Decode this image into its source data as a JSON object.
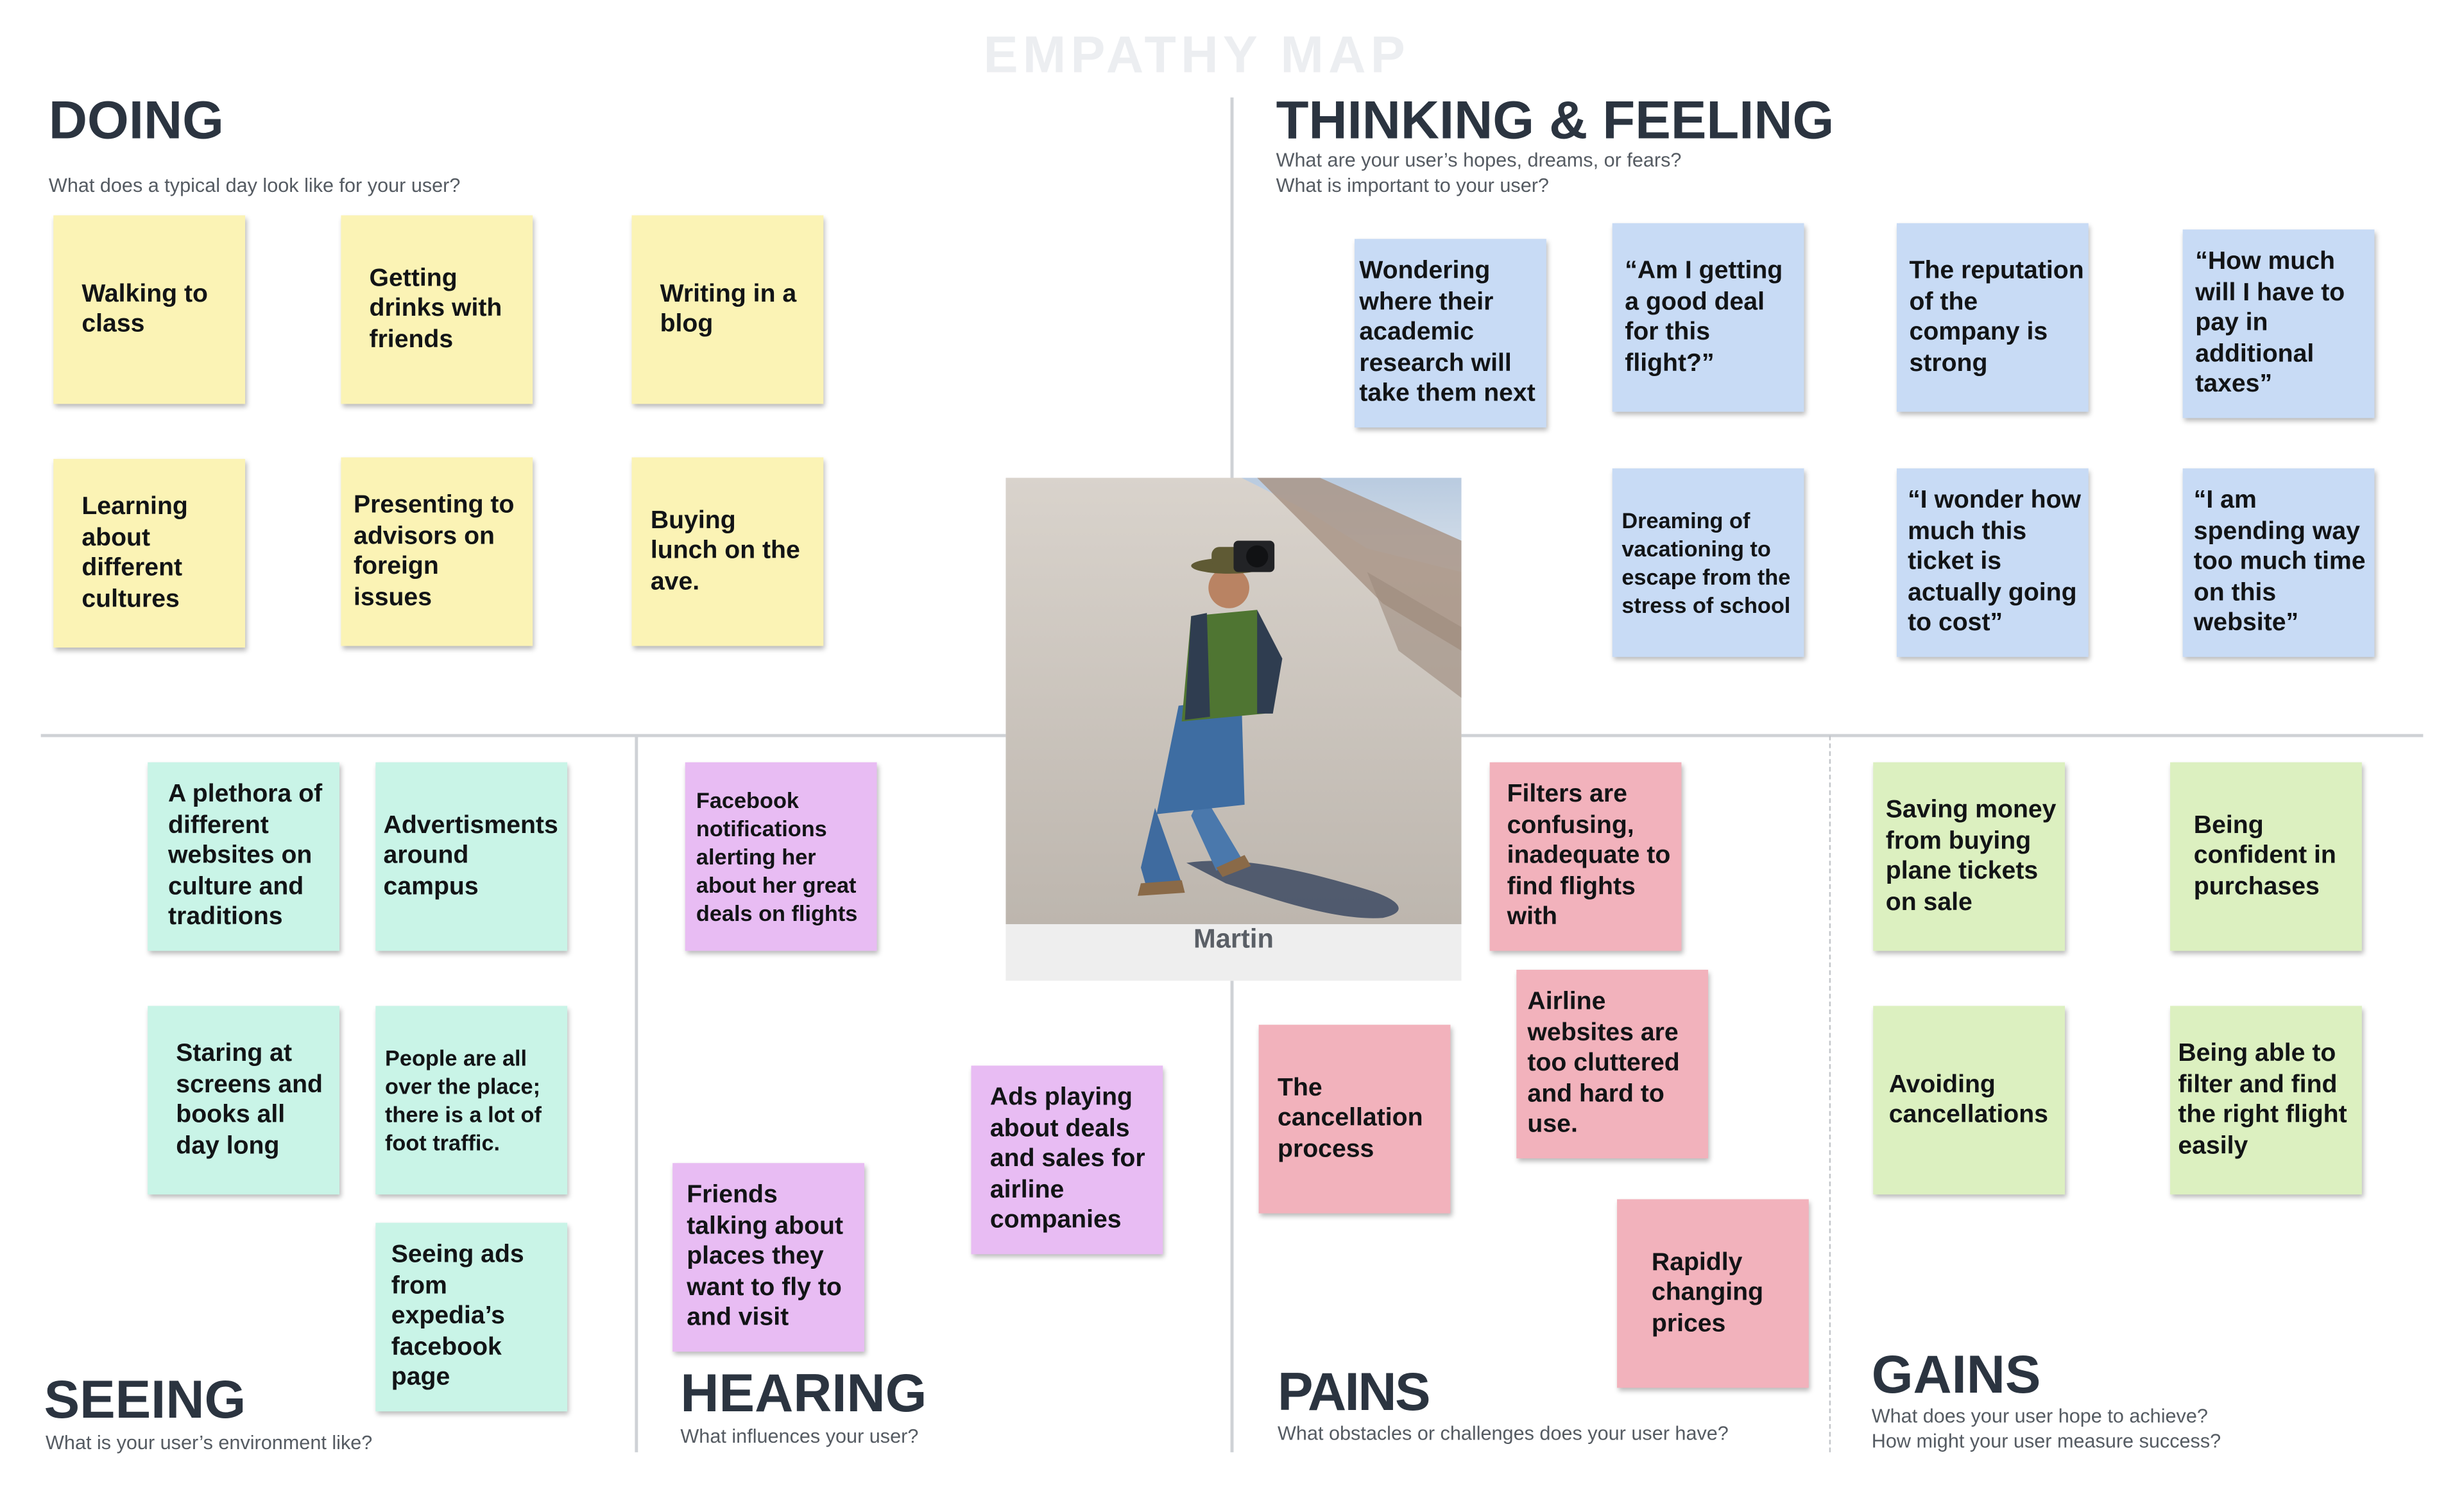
{
  "title": "EMPATHY MAP",
  "persona": {
    "name": "Martin"
  },
  "quadrants": {
    "doing": {
      "heading": "DOING",
      "question": "What does a typical day look like for your user?"
    },
    "thinking": {
      "heading": "THINKING & FEELING",
      "question_1": "What are your user’s hopes, dreams, or fears?",
      "question_2": "What is important to your user?"
    },
    "seeing": {
      "heading": "SEEING",
      "question": "What is your user’s environment like?"
    },
    "hearing": {
      "heading": "HEARING",
      "question": "What influences your user?"
    },
    "pains": {
      "heading": "PAINS",
      "question": "What obstacles or challenges does your user have?"
    },
    "gains": {
      "heading": "GAINS",
      "question_1": "What does your user hope to achieve?",
      "question_2": "How might your user measure success?"
    }
  },
  "notes": {
    "doing": [
      "Walking to class",
      "Getting drinks with friends",
      "Writing in a blog",
      "Learning about different cultures",
      "Presenting to advisors on foreign issues",
      "Buying lunch on the ave."
    ],
    "thinking": [
      "Wondering where their academic research will take them next",
      "“Am I getting a good deal for this flight?”",
      "The reputation of the company is strong",
      "“How much will I have to pay in additional taxes”",
      "Dreaming of vacationing  to escape from the stress of school",
      "“I wonder how much this ticket is actually going to cost”",
      "“I am spending way too much time on this website”"
    ],
    "seeing": [
      "A plethora of different websites on culture and traditions",
      "Advertisments around campus",
      "Staring at screens and books all day long",
      "People are all over the place; there is a lot of foot traffic.",
      "Seeing ads from expedia’s facebook page"
    ],
    "hearing": [
      "Facebook notifications alerting her about her great deals on flights",
      "Ads playing about deals and sales for airline companies",
      "Friends talking about places they want to fly to and visit"
    ],
    "pains": [
      "Filters are confusing, inadequate to find flights with",
      "Airline websites are too cluttered and hard to use.",
      "The cancellation process",
      "Rapidly changing prices"
    ],
    "gains": [
      "Saving money from buying plane tickets on sale",
      "Being confident in purchases",
      "Avoiding cancellations",
      "Being able to filter and find the right flight easily"
    ]
  },
  "colors": {
    "doing": "#fbf3b5",
    "thinking": "#c8dbf5",
    "seeing": "#c9f4e7",
    "hearing": "#e8bcf3",
    "pains": "#f2b2bc",
    "gains": "#dcf0c0",
    "heading": "#2b3440"
  }
}
